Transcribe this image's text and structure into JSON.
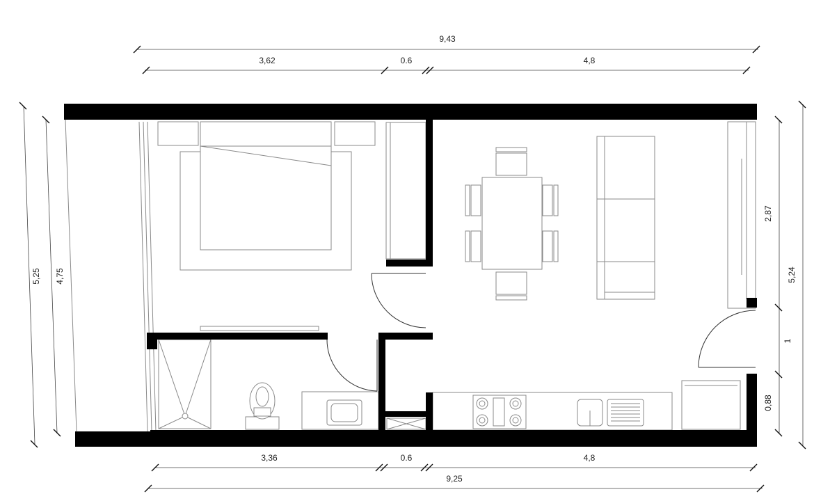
{
  "plan": {
    "dimensions": {
      "top_overall": "9,43",
      "top_left": "3,62",
      "top_mid": "0.6",
      "top_right": "4,8",
      "bottom_left": "3,36",
      "bottom_mid": "0.6",
      "bottom_right": "4,8",
      "bottom_overall": "9,25",
      "left_outer": "5,25",
      "left_inner": "4,75",
      "right_upper": "2,87",
      "right_door": "1",
      "right_lower": "0,88",
      "right_overall": "5,24"
    },
    "colors": {
      "wall": "#000000",
      "furniture": "#8a8a8a",
      "dimension": "#444444"
    }
  }
}
